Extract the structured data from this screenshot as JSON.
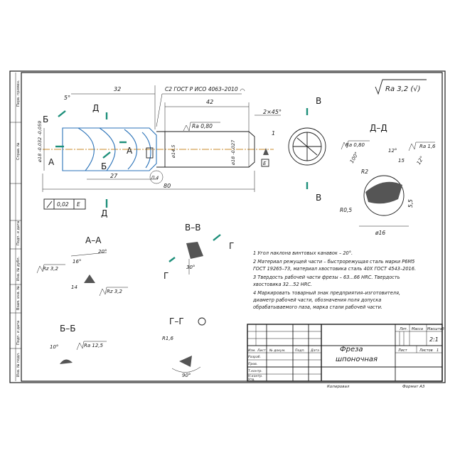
{
  "roughness_global": "Ra 3,2 (√)",
  "side_stamps": [
    "Перв. примен.",
    "Справ. №",
    "Подп. и дата",
    "Инв. № дубл.",
    "Взам. инв. №",
    "Подп. и дата",
    "Инв. № подл."
  ],
  "main_view": {
    "dim_32": "32",
    "dim_42": "42",
    "dim_27": "27",
    "dim_80": "80",
    "angle_5": "5°",
    "chamfer": "2×45°",
    "dim_1": "1",
    "gost_note": "С2 ГОСТ Р ИСО 4063–2010",
    "ra_shank": "Ra 0,80",
    "dia_cutter": "ø18 -0,032 -0,059",
    "dia_shank": "ø18 -0,027",
    "dia_neck": "ø14,5",
    "detail_ref": "П.4",
    "datum_e": "E",
    "tolerance_value": "0,02",
    "tolerance_datum": "E"
  },
  "section_labels": {
    "b": "Б",
    "a": "А",
    "d": "Д",
    "v": "В",
    "g": "Г"
  },
  "section_dd": {
    "title": "Д–Д",
    "ra_left": "Ra 0,80",
    "ra_right": "Ra 1,6",
    "angle_100": "100°",
    "angle_12a": "12°",
    "angle_15": "15",
    "angle_12b": "12°",
    "radius_r2": "R2",
    "radius_r05": "R0,5",
    "dim_55": "5,5",
    "dia_16": "ø16"
  },
  "section_aa": {
    "title": "А–А",
    "angle_20": "20°",
    "angle_16": "16°",
    "angle_14": "14",
    "rz_left": "Rz 3,2",
    "rz_right": "Rz 3,2"
  },
  "section_vv": {
    "title": "В–В",
    "angle_30": "30°"
  },
  "section_bb": {
    "title": "Б–Б",
    "angle_10": "10°",
    "ra": "Ra 12,5"
  },
  "section_gg": {
    "title": "Г–Г",
    "radius": "R1,6",
    "angle_90": "90°"
  },
  "notes": [
    "1 Угол наклона винтовых канавок – 20°.",
    "2 Материал режущей части – быстрорежущая сталь марки Р6М5",
    "ГОСТ 19265–73, материал хвостовика сталь 40Х ГОСТ 4543–2016.",
    "3 Твердость рабочей части фрезы – 63...66 HRC. Твердость",
    "хвостовика 32...52 HRC.",
    "4 Маркировать товарный знак предприятия–изготовителя,",
    "диаметр рабочей части, обозначения поля допуска",
    "обрабатываемого паза, марка стали рабочей части."
  ],
  "title_block": {
    "name_line1": "Фреза",
    "name_line2": "шпоночная",
    "col_lit": "Лит.",
    "col_mass": "Масса",
    "col_scale": "Масштаб",
    "scale_value": "2:1",
    "sheet_label": "Лист",
    "sheets_label": "Листов",
    "sheets_value": "1",
    "row_headers": [
      "Изм.",
      "Лист",
      "№ докум.",
      "Подп.",
      "Дата"
    ],
    "roles": [
      "Разраб.",
      "Пров.",
      "Т.контр.",
      "",
      "Н.контр.",
      "Утв."
    ],
    "copied": "Копировал",
    "format": "Формат А3"
  }
}
